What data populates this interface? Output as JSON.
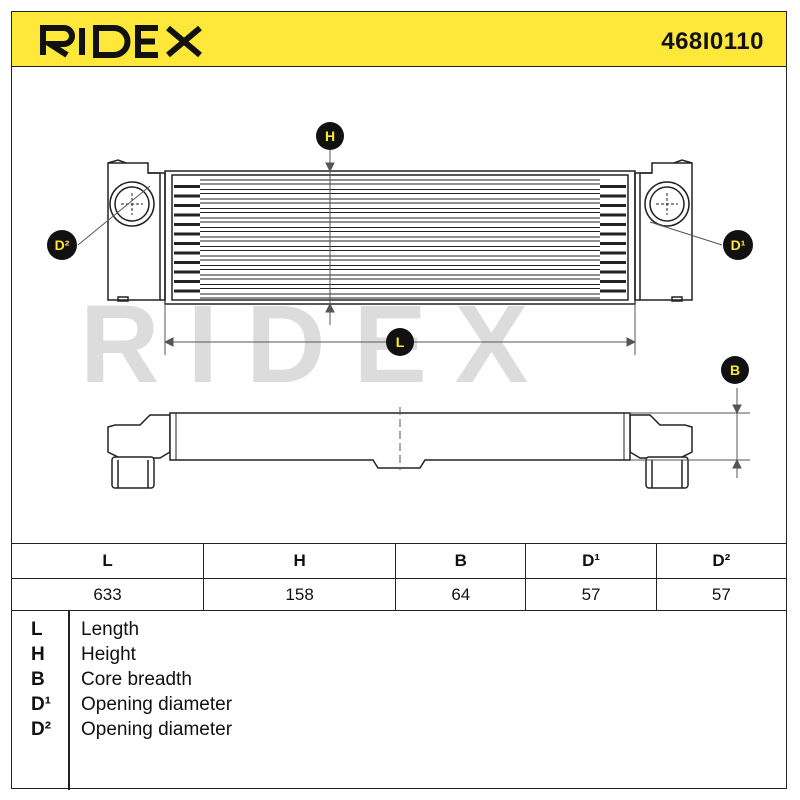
{
  "header": {
    "brand": "RIDEX",
    "part_number": "468I0110"
  },
  "watermark": "RIDEX",
  "callouts": {
    "H": "H",
    "L": "L",
    "B": "B",
    "D1": "D¹",
    "D2": "D²"
  },
  "dimensions_table": {
    "headers": [
      "L",
      "H",
      "B",
      "D¹",
      "D²"
    ],
    "values": [
      "633",
      "158",
      "64",
      "57",
      "57"
    ]
  },
  "legend": [
    {
      "key": "L",
      "label": "Length"
    },
    {
      "key": "H",
      "label": "Height"
    },
    {
      "key": "B",
      "label": "Core breadth"
    },
    {
      "key": "D¹",
      "label": "Opening diameter"
    },
    {
      "key": "D²",
      "label": "Opening diameter"
    }
  ],
  "colors": {
    "header_bg": "#ffe83a",
    "callout_fill": "#ffe83a",
    "callout_text": "#111111",
    "watermark": "#dcdcdc",
    "line": "#222222"
  }
}
